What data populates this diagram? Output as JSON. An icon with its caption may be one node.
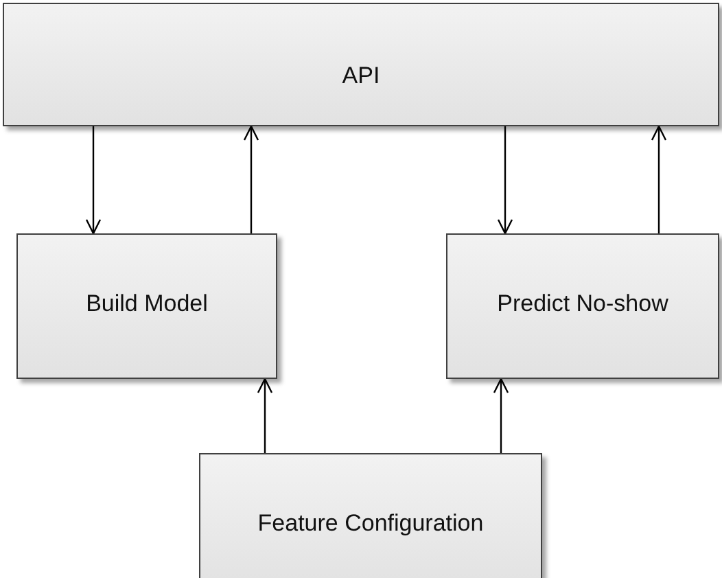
{
  "diagram": {
    "nodes": [
      {
        "text": [
          "API"
        ]
      },
      {
        "text": [
          "Build Model"
        ]
      },
      {
        "text": [
          "Predict No-show"
        ]
      },
      {
        "text": [
          "Feature Configuration"
        ]
      }
    ],
    "edges": [
      {
        "from": 0,
        "to": 1,
        "arrow": "to"
      },
      {
        "from": 1,
        "to": 0,
        "arrow": "to"
      },
      {
        "from": 0,
        "to": 2,
        "arrow": "to"
      },
      {
        "from": 2,
        "to": 0,
        "arrow": "to"
      },
      {
        "from": 3,
        "to": 1,
        "arrow": "to"
      },
      {
        "from": 3,
        "to": 2,
        "arrow": "to"
      }
    ]
  }
}
